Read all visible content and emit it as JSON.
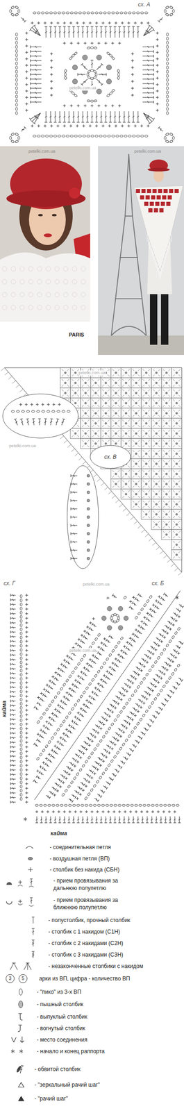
{
  "diagram": {
    "nodes": [
      {
        "text": [
          "сх. В"
        ]
      }
    ],
    "labels": [
      "сх. А",
      "petelki.com.ua",
      "petelki.com.ua",
      "petelki.com.ua",
      "PARIS",
      "petelki.com.ua",
      "petelki.com.ua",
      "сх. Г",
      "сх. Б",
      "petelki.com.ua",
      "petelki.com.ua",
      "кайма",
      "кайма",
      "3",
      "5"
    ],
    "legend": [
      {
        "text": "- соединительная петля"
      },
      {
        "text": "- воздушная петля (ВП)"
      },
      {
        "text": "- столбик без накида (СБН)"
      },
      {
        "text": "- прием провязывания за дальнюю полупетлю"
      },
      {
        "text": "- прием провязывания за ближнюю полупетлю"
      },
      {
        "text": "- полустолбик, прочный столбик"
      },
      {
        "text": "- столбик с 1 накидом (С1Н)"
      },
      {
        "text": "- столбик с 2 накидами (С2Н)"
      },
      {
        "text": "- столбик с 3 накидами (С3Н)"
      },
      {
        "text": "- незаконченные столбики с накидом"
      },
      {
        "text": "арки из ВП, цифра - количество ВП"
      },
      {
        "text": "- \"пико\" из 3-х ВП"
      },
      {
        "text": "- пышный столбик"
      },
      {
        "text": "- выпуклый столбик"
      },
      {
        "text": "- вогнутый столбик"
      },
      {
        "text": "- место соединения"
      },
      {
        "text": "- начало и конец раппорта"
      },
      {
        "text": "- обвитой столбик"
      },
      {
        "text": "- \"зеркальный рачий шаг\""
      },
      {
        "text": "- \"рачий шаг\""
      }
    ]
  }
}
